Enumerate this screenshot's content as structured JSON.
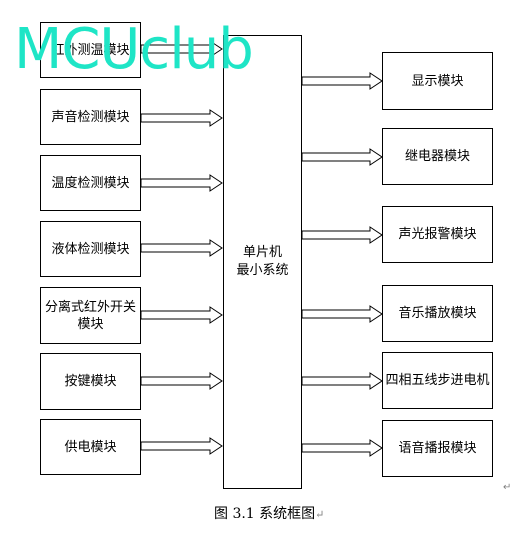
{
  "inputs": [
    {
      "label": "红外测温模块"
    },
    {
      "label": "声音检测模块"
    },
    {
      "label": "温度检测模块"
    },
    {
      "label": "液体检测模块"
    },
    {
      "label": "分离式红外开关模块"
    },
    {
      "label": "按键模块"
    },
    {
      "label": "供电模块"
    }
  ],
  "mcu": {
    "line1": "单片机",
    "line2": "最小系统"
  },
  "outputs": [
    {
      "label": "显示模块"
    },
    {
      "label": "继电器模块"
    },
    {
      "label": "声光报警模块"
    },
    {
      "label": "音乐播放模块"
    },
    {
      "label": "四相五线步进电机"
    },
    {
      "label": "语音播报模块"
    }
  ],
  "watermark": "MCUclub",
  "caption": "图 3.1 系统框图",
  "colors": {
    "watermark": "#1ee5c6",
    "line": "#000000"
  }
}
